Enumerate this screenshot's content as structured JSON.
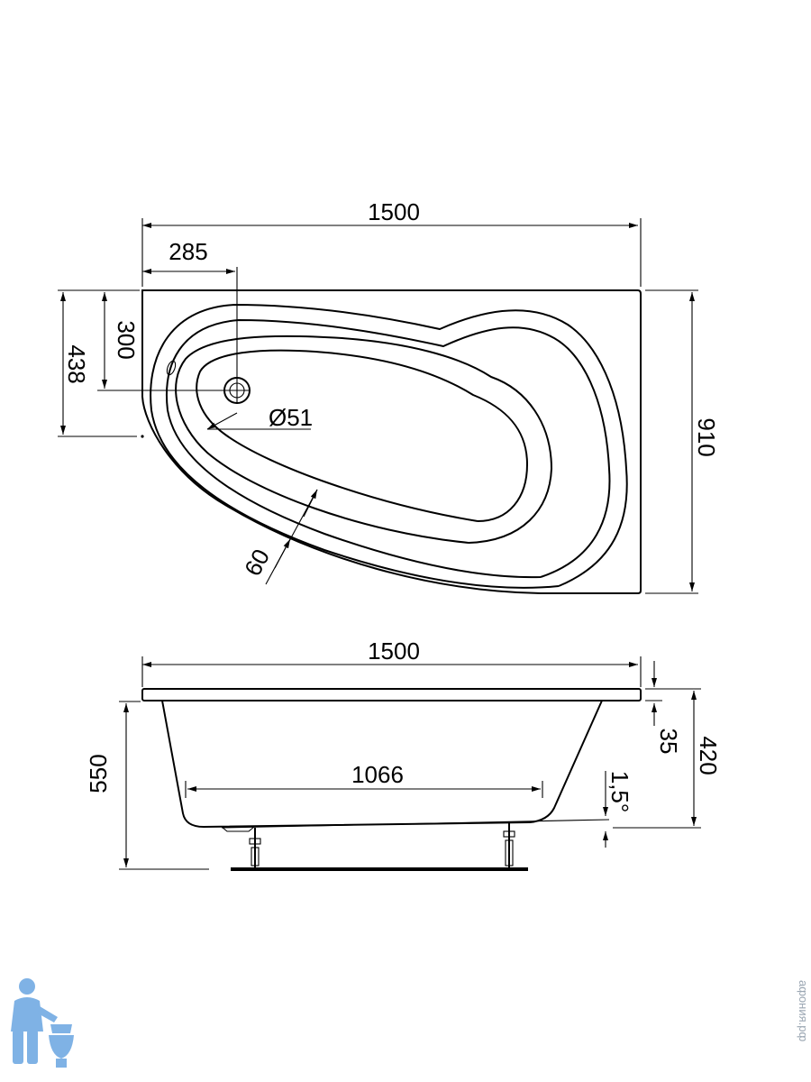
{
  "dimensions": {
    "top_width": "1500",
    "drain_offset_x": "285",
    "drain_offset_y": "300",
    "left_side_height": "438",
    "drain_diameter": "Ø51",
    "rim_width": "60",
    "total_depth": "910",
    "side_width": "1500",
    "bottom_length": "1066",
    "height_to_floor": "550",
    "rim_thickness": "35",
    "bath_height": "420",
    "slope_angle": "1,5°"
  },
  "watermark": {
    "text": "афония.рф"
  },
  "colors": {
    "line": "#000000",
    "mascot": "#7fb2e5",
    "watermark": "#9aa6b2"
  }
}
